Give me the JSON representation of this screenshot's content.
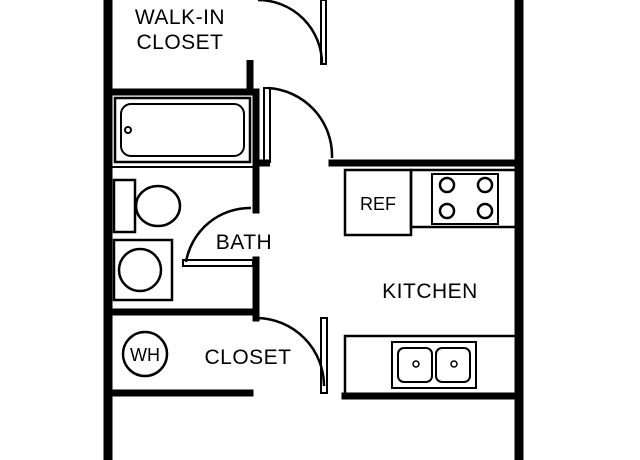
{
  "rooms": {
    "walk_in_closet_line1": "WALK-IN",
    "walk_in_closet_line2": "CLOSET",
    "bath": "BATH",
    "kitchen": "KITCHEN",
    "closet": "CLOSET"
  },
  "fixtures": {
    "refrigerator": "REF",
    "water_heater": "WH"
  },
  "colors": {
    "wall": "#000000",
    "background": "#ffffff"
  }
}
